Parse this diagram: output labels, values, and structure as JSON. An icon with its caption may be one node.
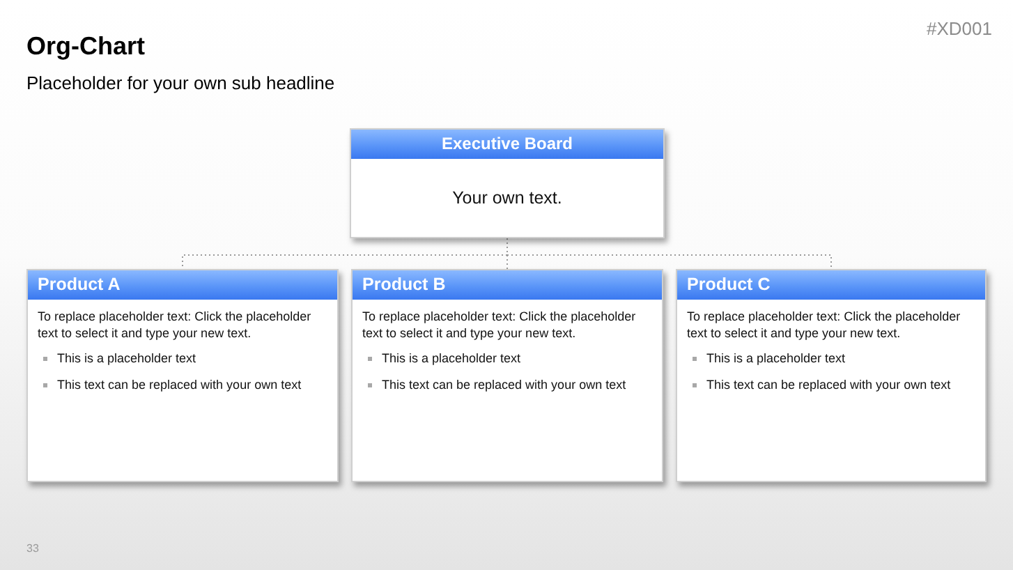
{
  "diagram": {
    "title": "Org-Chart",
    "nodes": [
      {
        "text": [
          "Executive Board",
          "Your own text."
        ]
      },
      {
        "text": [
          "Product A",
          "To replace placeholder text: Click the placeholder text to select it and type your new text.",
          "This is a placeholder text",
          "This text can be replaced with your own text"
        ]
      },
      {
        "text": [
          "Product B",
          "To replace placeholder text: Click the placeholder text to select it and type your new text.",
          "This is a placeholder text",
          "This text can be replaced with your own text"
        ]
      },
      {
        "text": [
          "Product C",
          "To replace placeholder text: Click the placeholder text to select it and type your new text.",
          "This is a placeholder text",
          "This text can be replaced with your own text"
        ]
      }
    ],
    "edges": [
      {
        "from": 0,
        "to": 1,
        "arrow": "none",
        "style": "dashed"
      },
      {
        "from": 0,
        "to": 2,
        "arrow": "none",
        "style": "dashed"
      },
      {
        "from": 0,
        "to": 3,
        "arrow": "none",
        "style": "dashed"
      }
    ],
    "labels": [
      "#XD001",
      "Placeholder for your own sub headline",
      "33"
    ]
  }
}
